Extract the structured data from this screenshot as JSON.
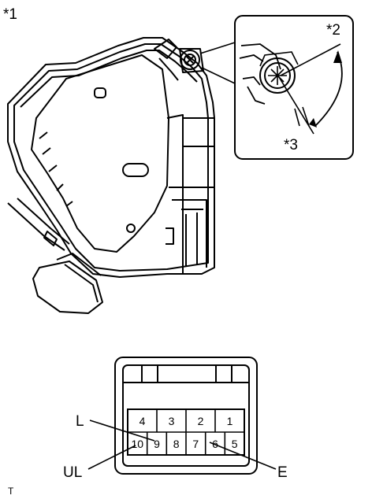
{
  "callouts": {
    "main": "*1",
    "detail_a": "*2",
    "detail_b": "*3"
  },
  "connector": {
    "top_row": [
      "4",
      "3",
      "2",
      "1"
    ],
    "bottom_row": [
      "10",
      "9",
      "8",
      "7",
      "6",
      "5"
    ],
    "terminal_labels": {
      "L": "L",
      "UL": "UL",
      "E": "E"
    }
  },
  "footer_mark": "T"
}
